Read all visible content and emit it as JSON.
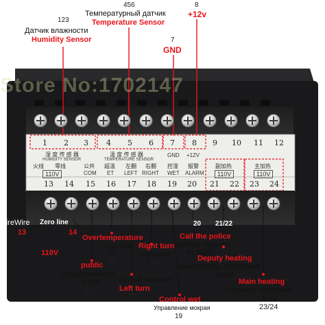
{
  "watermark": "Store No:1702147",
  "top_labels": {
    "humidity_num": "123",
    "humidity_ru": "Датчик влажности",
    "humidity_en": "Humidity Sensor",
    "temp_num": "456",
    "temp_ru": "Температурный датчик",
    "temp_en": "Temperature Sensor",
    "gnd_num": "7",
    "gnd_en": "GND",
    "v12_num": "8",
    "v12_en": "+12v"
  },
  "top_terminals": [
    "1",
    "2",
    "3",
    "4",
    "5",
    "6",
    "7",
    "8",
    "9",
    "10",
    "11",
    "12"
  ],
  "top_panel_text": {
    "humidity_cn": "湿 度 传 感 器",
    "humidity_sub": "HUMIDITY SENSOR",
    "temp_cn": "温 度 传 感 器",
    "temp_sub": "TEMPERATURE SENSOR",
    "gnd": "GND",
    "v12": "+12V"
  },
  "bottom_panel_text": {
    "fire": "火线",
    "zero": "零线",
    "public": "公共",
    "public_en": "COM",
    "overheat": "超温",
    "overheat_en": "ET",
    "left": "左翻",
    "left_en": "LEFT",
    "right": "右翻",
    "right_en": "RIGHT",
    "wet": "控湿",
    "wet_en": "WET",
    "alarm": "报警",
    "alarm_en": "ALARM",
    "deputy": "副加热",
    "main": "主加热",
    "v110_a": "110V",
    "v110_b": "110V",
    "v110_c": "110V"
  },
  "bottom_terminals": [
    "13",
    "14",
    "15",
    "16",
    "17",
    "18",
    "19",
    "20",
    "21",
    "22",
    "23",
    "24"
  ],
  "bottom_labels": {
    "firewire": "FireWire",
    "zero_line": "Zero line",
    "n13": "13",
    "n14": "14",
    "v110": "110V",
    "overtemp_en": "Overtemperature",
    "overtemp_ru": "перегрев",
    "overtemp_code": "ET",
    "overtemp_num": "16",
    "public_en": "public",
    "public_ru": "общественного",
    "public_code": "COM",
    "public_num": "15",
    "left_ru": "Левый поворот",
    "left_en": "Left turn",
    "left_num": "17",
    "right_en": "Right turn",
    "right_ru": "направо",
    "right_num": "18",
    "wet_en": "Control wet",
    "wet_ru": "Управление мокрая",
    "wet_num": "19",
    "alarm_num": "20",
    "alarm_en": "Call the police",
    "alarm_ru": "сигнал тревоги",
    "alarm_code": "ALARM",
    "deputy_num": "21/22",
    "deputy_en": "Deputy heating",
    "deputy_ru": "заместитель отопления",
    "deputy_v": "110V",
    "main_en": "Main heating",
    "main_ru": "Основное отопление",
    "main_v": "110V",
    "main_num": "23/24"
  },
  "colors": {
    "accent_red": "#e8141b",
    "body_black": "#1c1c1e",
    "panel_white": "#eeeeea"
  }
}
